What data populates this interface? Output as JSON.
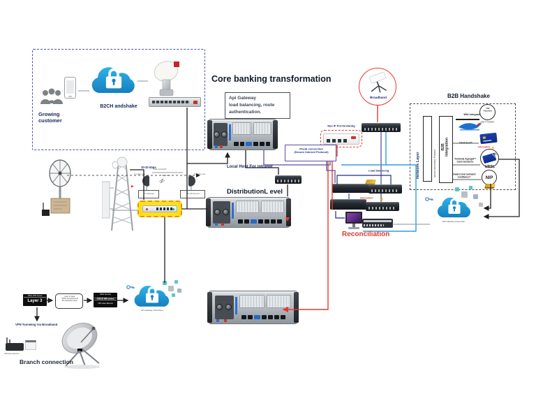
{
  "diagram": {
    "title": "Core banking transformation",
    "b2c": {
      "growing_customer": "Growing customer",
      "handshake": "B2CH andshake"
    },
    "api_note": "Api Gateway\nload balancing, route\nauthentication.",
    "ipsec_note": "IPsoE connection\n(Secure Internet Protocol)",
    "local_host": "Local Host For intranet",
    "distribution": "DistributionL evel",
    "nas_forwarding": "Nas IP Pot-forwardig",
    "broadband": "Broadband",
    "load_balancing": "Load balancing",
    "interswitch_cluster": "Interswitch",
    "reconciliation": "Reconciliation",
    "radio_speed": "10-20 kbps",
    "b2b": {
      "title": "B2B Handshake",
      "network_layer": "Network Layer",
      "secure_protocol": "secure connection Protocol",
      "integration": "B2B\nIntegration",
      "wld_integration": "Wld Integration",
      "bill_payment": "Bill\nPayment",
      "vas_provider": "Vas Provider",
      "card_issue": "Card Issu**",
      "interswitch": "Interswitch",
      "terminal_aggregator": "Terminal Agregat**\nCard Issuance",
      "upsl": "UPSL",
      "nip": "NIP",
      "remittance": "inward and outward\nremittance*"
    },
    "clouds": {
      "b2b_cloud_caption": "WP Gateway Cloud Run",
      "branch_cloud_caption": "AP Gateway Cloud Run"
    },
    "p2p": {
      "top_label": "Radio bandwidth",
      "left_loss": "Tx Cable Loss",
      "right_loss": "Rx Cable Loss",
      "mid_label": "Radio Link",
      "left_box": "Tx Repeater",
      "right_box": "Rx (M bps) Link"
    },
    "branch": {
      "vpn_server_caption": "Office VPN Tunnel",
      "layer3": "Layer 3",
      "peer_note": "peer to peer\nVPN connectivity at\nthe Network Layer",
      "wan_line1": "WAN Security",
      "wan_line2": "CISCO 800 series",
      "wan_line3": "VPN video Band kit",
      "vpn_tunneling": "VPN Tunneling Via Broadband",
      "wireless_router": "Wireless Router",
      "branch_connection": "Branch connection"
    },
    "colors": {
      "line_red": "#e8392e",
      "line_blue": "#2f9fe0",
      "line_purple": "#5b4ea0",
      "line_navy": "#1c2f83",
      "cloud_blue": "#1b9ad8",
      "highlight_yellow": "#ffe11a",
      "label_navy": "#16265e"
    }
  }
}
